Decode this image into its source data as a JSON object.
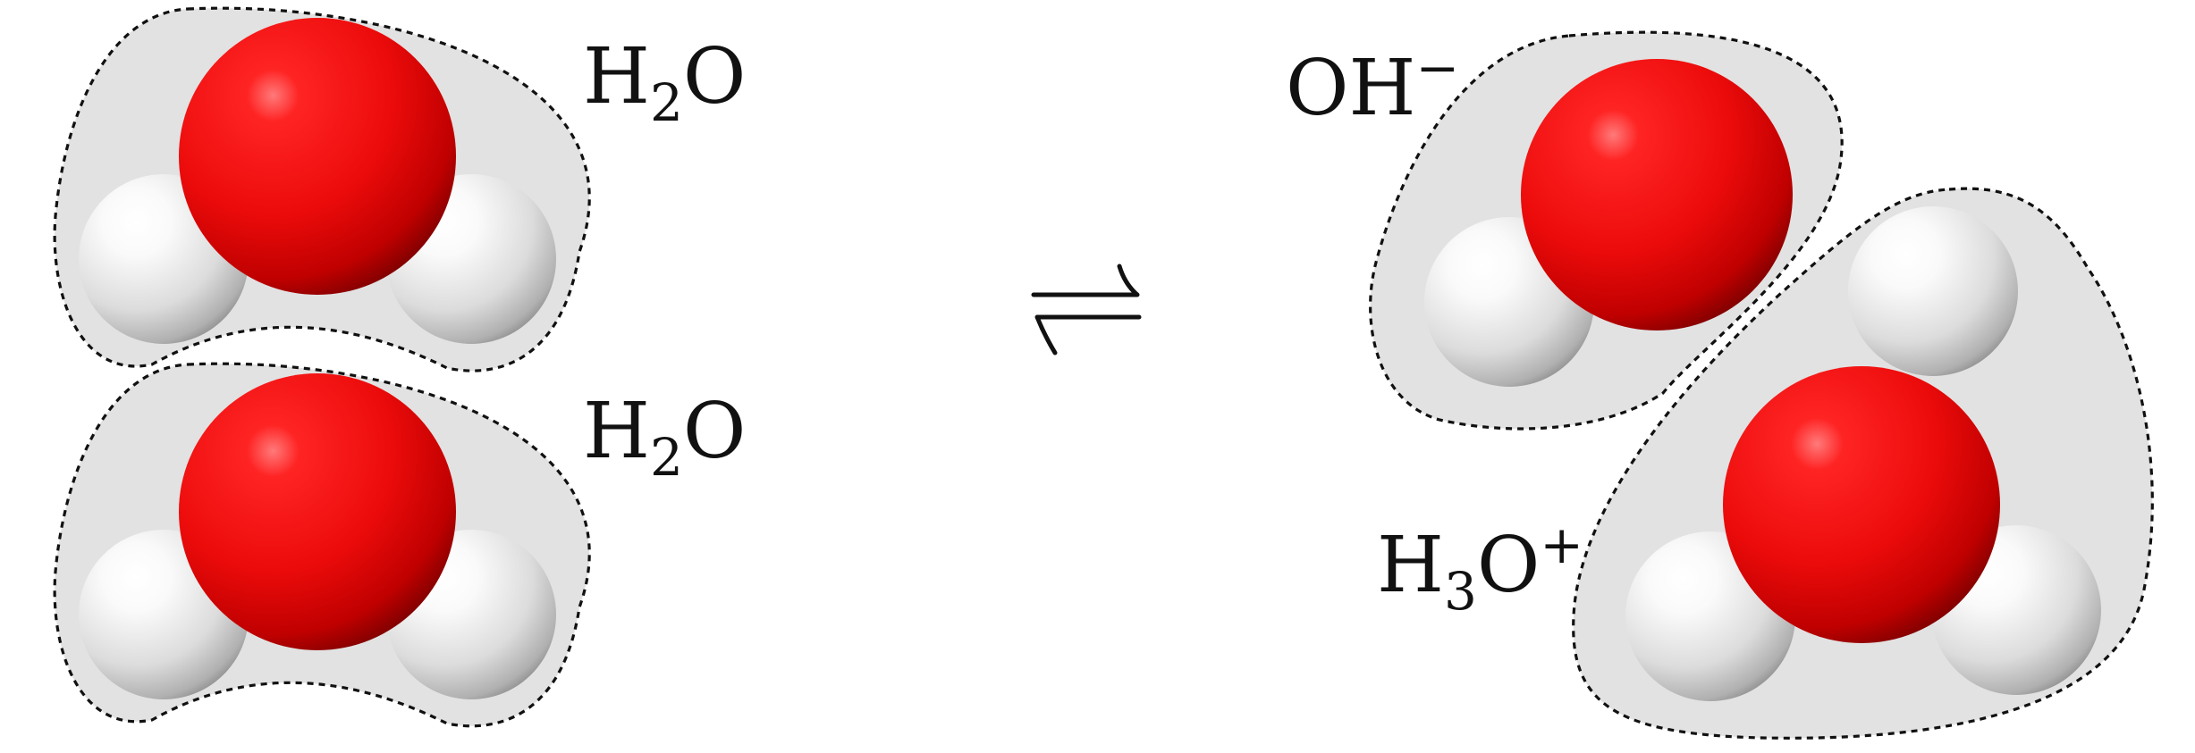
{
  "diagram": {
    "reactants": [
      {
        "formula": {
          "base": "H",
          "sub": "2",
          "rest": "O",
          "sup": ""
        }
      },
      {
        "formula": {
          "base": "H",
          "sub": "2",
          "rest": "O",
          "sup": ""
        }
      }
    ],
    "products": [
      {
        "formula": {
          "base": "OH",
          "sub": "",
          "rest": "",
          "sup": "−"
        }
      },
      {
        "formula": {
          "base": "H",
          "sub": "3",
          "rest": "O",
          "sup": "+"
        }
      }
    ],
    "arrow": "equilibrium-harpoons",
    "colors": {
      "oxygen": "#e8000b",
      "hydrogen": "#e6e6e6",
      "blob_fill": "#e2e2e2",
      "outline": "#111111"
    }
  }
}
